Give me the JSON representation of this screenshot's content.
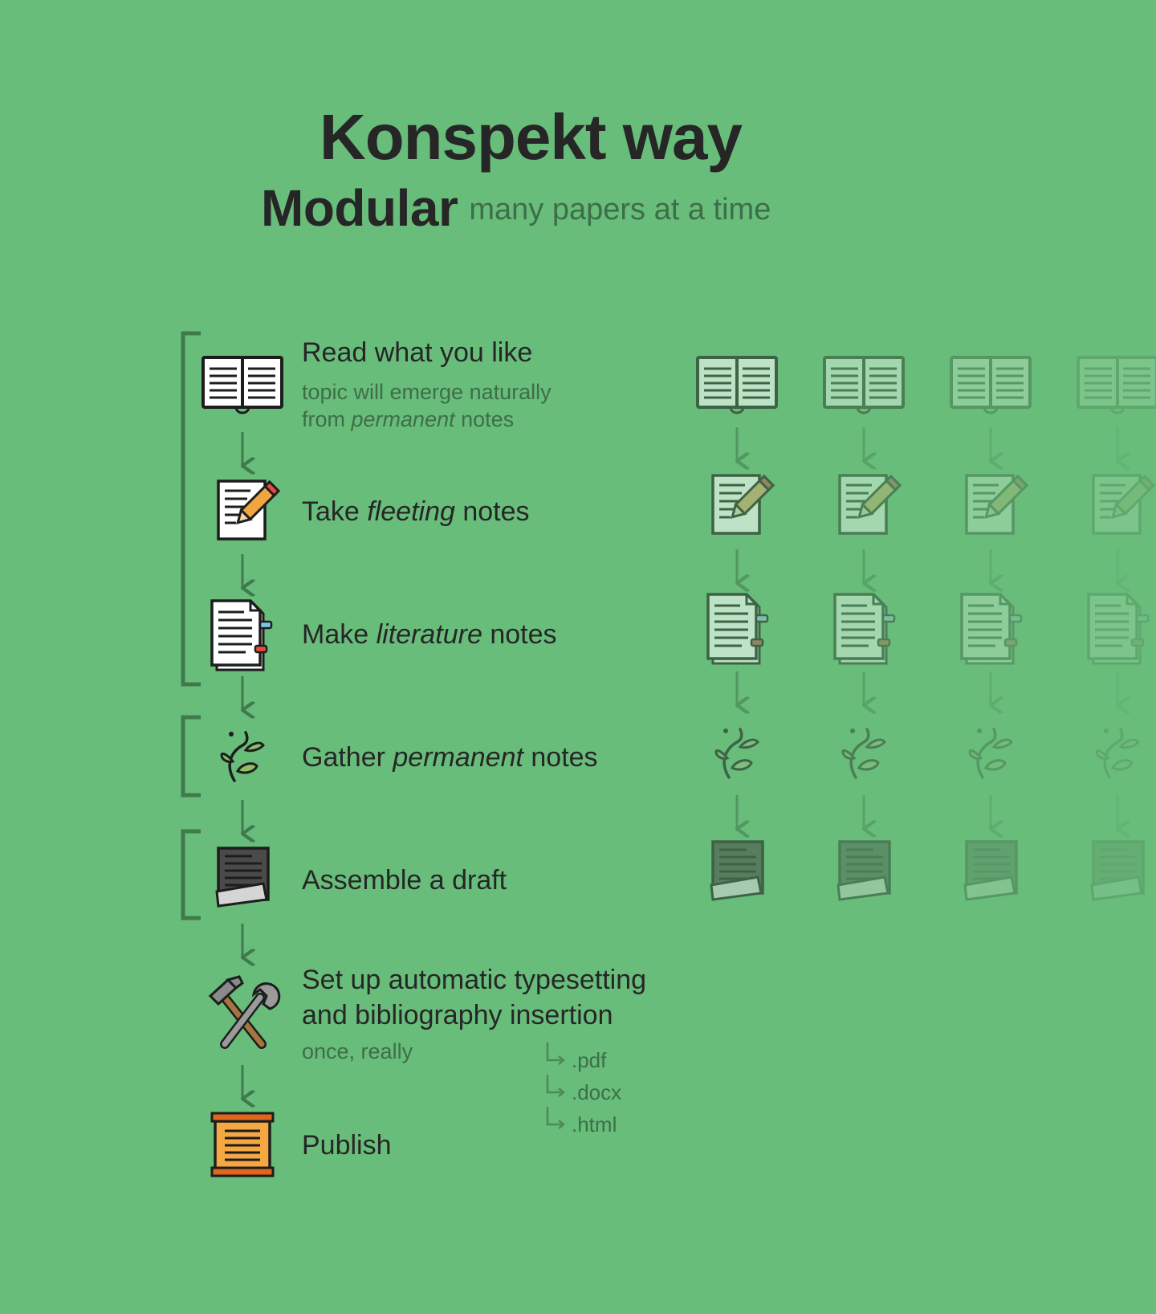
{
  "header": {
    "title": "Konspekt way",
    "subtitle": "Modular",
    "subtitle_note": "many papers at a time"
  },
  "steps": [
    {
      "id": "read",
      "title": "Read what you like",
      "note_line1": "topic will emerge naturally",
      "note_line2_pre": "from ",
      "note_line2_em": "permanent",
      "note_line2_post": " notes",
      "icon": "open-book-icon"
    },
    {
      "id": "fleeting",
      "title_pre": "Take ",
      "title_em": "fleeting",
      "title_post": " notes",
      "icon": "note-pencil-icon"
    },
    {
      "id": "literature",
      "title_pre": "Make ",
      "title_em": "literature",
      "title_post": " notes",
      "icon": "tabbed-document-icon"
    },
    {
      "id": "permanent",
      "title_pre": "Gather ",
      "title_em": "permanent",
      "title_post": " notes",
      "icon": "sprout-icon"
    },
    {
      "id": "draft",
      "title": "Assemble a draft",
      "icon": "draft-document-icon"
    },
    {
      "id": "typesetting",
      "title_line1": "Set up automatic typesetting",
      "title_line2": "and bibliography insertion",
      "note": "once, really",
      "icon": "hammer-wrench-icon"
    },
    {
      "id": "publish",
      "title": "Publish",
      "icon": "scroll-icon"
    }
  ],
  "formats": [
    ".pdf",
    ".docx",
    ".html"
  ],
  "colors": {
    "background": "#68bd7b",
    "text": "#262626",
    "muted_text": "#3d6e48",
    "connector": "#3f7a4d",
    "scroll": "#f5a742",
    "scroll_edge": "#e0661b",
    "pencil": "#f0a540"
  }
}
